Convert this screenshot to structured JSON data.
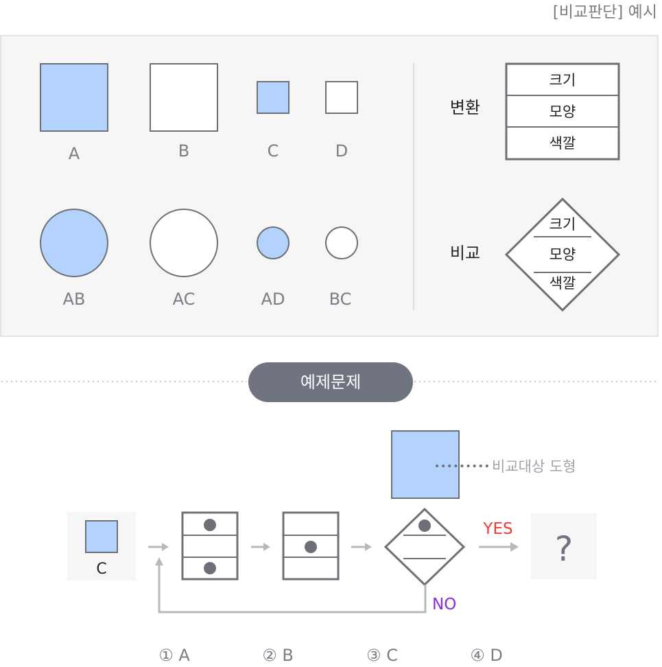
{
  "header": {
    "title": "[비교판단] 예시"
  },
  "legend_panel": {
    "shapes": [
      {
        "label": "A",
        "shape": "square",
        "size": "large",
        "fill": "blue"
      },
      {
        "label": "B",
        "shape": "square",
        "size": "large",
        "fill": "white"
      },
      {
        "label": "C",
        "shape": "square",
        "size": "small",
        "fill": "blue"
      },
      {
        "label": "D",
        "shape": "square",
        "size": "small",
        "fill": "white"
      },
      {
        "label": "AB",
        "shape": "circle",
        "size": "large",
        "fill": "blue"
      },
      {
        "label": "AC",
        "shape": "circle",
        "size": "large",
        "fill": "white"
      },
      {
        "label": "AD",
        "shape": "circle",
        "size": "small",
        "fill": "blue"
      },
      {
        "label": "BC",
        "shape": "circle",
        "size": "small",
        "fill": "white"
      }
    ],
    "transform": {
      "label": "변환",
      "rows": [
        "크기",
        "모양",
        "색깔"
      ]
    },
    "compare": {
      "label": "비교",
      "rows": [
        "크기",
        "모양",
        "색깔"
      ]
    }
  },
  "example": {
    "badge": "예제문제",
    "start_label": "C",
    "target_note": "비교대상 도형",
    "yes_label": "YES",
    "no_label": "NO",
    "result": "?",
    "choices": [
      "① A",
      "② B",
      "③ C",
      "④ D"
    ]
  },
  "colors": {
    "shape_blue": "#b3d3fe",
    "stroke": "#6e7077",
    "panel_bg": "#f6f6f6",
    "badge_bg": "#707380",
    "yes": "#ef3b3b",
    "no": "#8a2be2",
    "arrow": "#b8b8bf"
  }
}
